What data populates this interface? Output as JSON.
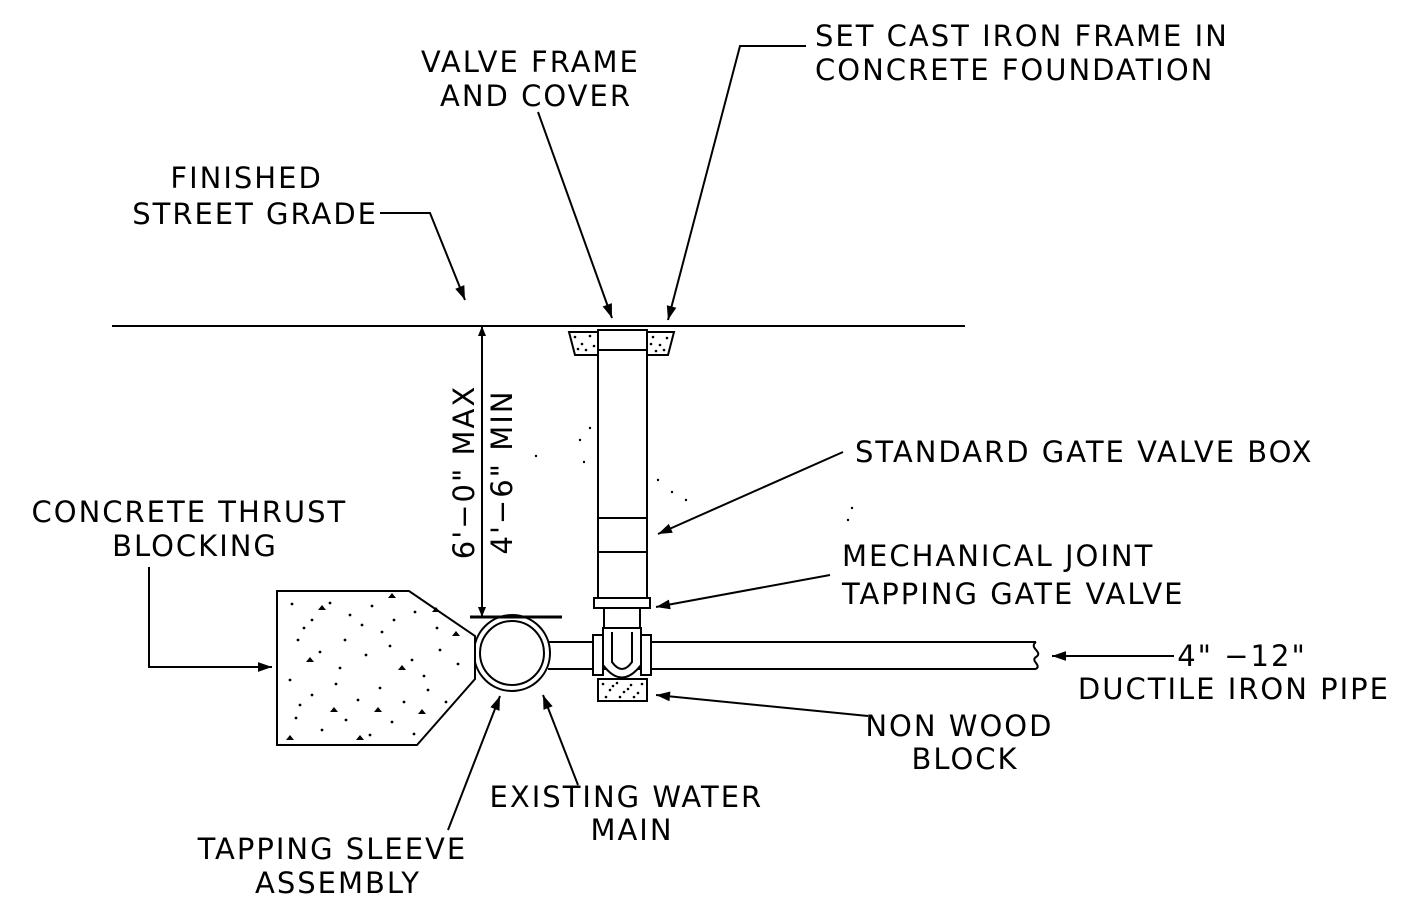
{
  "labels": {
    "valve_frame": [
      "VALVE FRAME",
      "AND COVER"
    ],
    "cast_iron": [
      "SET CAST IRON FRAME IN",
      "CONCRETE FOUNDATION"
    ],
    "street_grade": [
      "FINISHED",
      "STREET GRADE"
    ],
    "gate_valve_box": [
      "STANDARD GATE VALVE BOX"
    ],
    "concrete_thrust": [
      "CONCRETE THRUST",
      "BLOCKING"
    ],
    "mech_joint": [
      "MECHANICAL JOINT",
      "TAPPING GATE VALVE"
    ],
    "ductile_pipe": [
      "4\"  −12\"",
      "DUCTILE IRON PIPE"
    ],
    "non_wood": [
      "NON WOOD",
      "BLOCK"
    ],
    "existing_main": [
      "EXISTING WATER",
      "MAIN"
    ],
    "tapping_sleeve": [
      "TAPPING SLEEVE",
      "ASSEMBLY"
    ]
  },
  "dimensions": {
    "max_depth": "6'−0\"  MAX",
    "min_depth": "4'−6\"  MIN"
  }
}
